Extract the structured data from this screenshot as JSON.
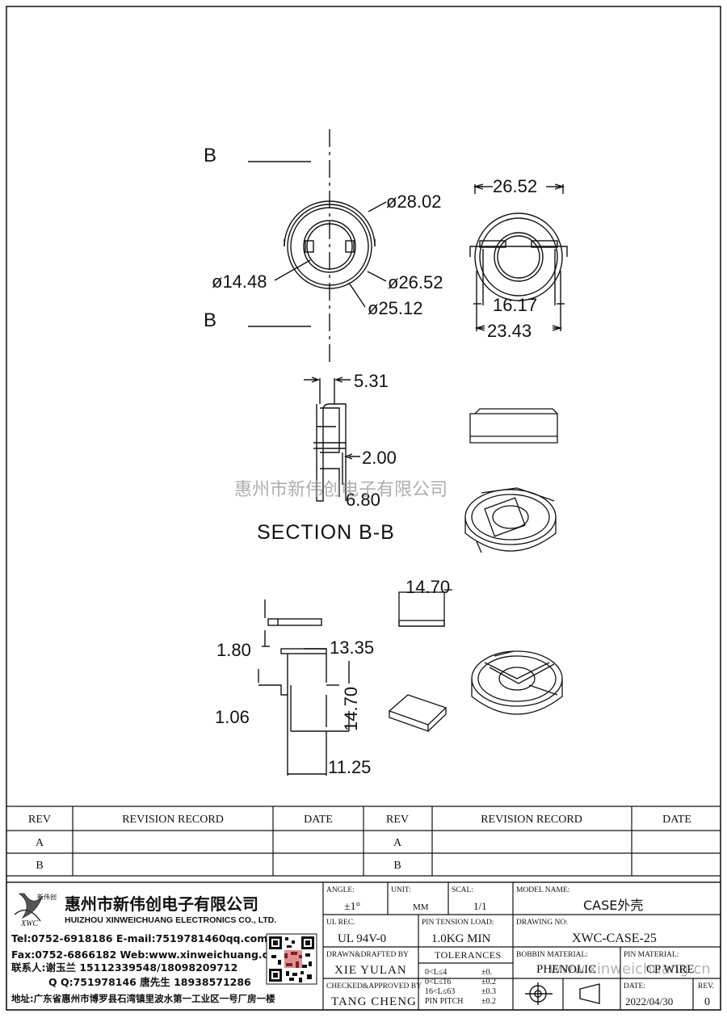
{
  "section": {
    "cut_label_top": "B",
    "cut_label_bottom": "B",
    "title": "SECTION  B-B"
  },
  "dimensions": {
    "d_outer": "ø28.02",
    "d_inner": "ø14.48",
    "d_rim": "ø26.52",
    "d_body": "ø25.12",
    "side_top": "26.52",
    "side_inner": "16.17",
    "side_bottom": "23.43",
    "sec_top": "5.31",
    "sec_mid": "2.00",
    "sec_bot": "6.80",
    "clip_width": "14.70",
    "pin_thk": "1.80",
    "pin_len": "13.35",
    "pin_off": "1.06",
    "pin_height": "14.70",
    "pin_width": "11.25"
  },
  "watermark": {
    "company": "惠州市新伟创电子有限公司",
    "url": "www.xinweichuang.cn"
  },
  "revision_table": {
    "headers": [
      "REV",
      "REVISION RECORD",
      "DATE",
      "REV",
      "REVISION RECORD",
      "DATE"
    ],
    "rows": [
      [
        "A",
        "",
        "",
        "A",
        "",
        ""
      ],
      [
        "B",
        "",
        "",
        "B",
        "",
        ""
      ]
    ]
  },
  "company": {
    "logo_text": "新伟创",
    "logo_abbr": "XWC",
    "name_cn": "惠州市新伟创电子有限公司",
    "name_en": "HUIZHOU XINWEICHUANG ELECTRONICS CO., LTD.",
    "tel_line": "Tel:0752-6918186 E-mail:7519781460qq.com",
    "fax_line": "Fax:0752-6866182 Web:www.xinweichuang.cn",
    "contact_line": "联系人:谢玉兰 15112339548/18098209712",
    "qq_line": "Q Q:751978146     唐先生 18938571286",
    "address_line": "地址:广东省惠州市博罗县石湾镇里波水第一工业区一号厂房一楼"
  },
  "title_block": {
    "angle_label": "ANGLE:",
    "angle_value": "±1°",
    "unit_label": "UNIT:",
    "unit_value": "MM",
    "scale_label": "SCAL:",
    "scale_value": "1/1",
    "model_label": "MODEL NAME:",
    "model_value": "CASE外壳",
    "ul_label": "UL REC.",
    "ul_value": "UL 94V-0",
    "pin_tension_label": "PIN TENSION LOAD:",
    "pin_tension_value": "1.0KG MIN",
    "drawing_no_label": "DRAWING NO:",
    "drawing_no_value": "XWC-CASE-25",
    "drawn_label": "DRAWN&DRAFTED BY",
    "drawn_value": "XIE YULAN",
    "tolerances_label": "TOLERANCES",
    "tolerance_rows": [
      {
        "range": "0<L≤4",
        "value": "±0."
      },
      {
        "range": "0<L≤16",
        "value": "±0.2"
      },
      {
        "range": "16<L≤63",
        "value": "±0.3"
      },
      {
        "range": "PIN PITCH",
        "value": "±0.2"
      }
    ],
    "bobbin_material_label": "BOBBIN MATERIAL:",
    "bobbin_material_value": "PHENOLIC",
    "pin_material_label": "PIN MATERIAL:",
    "pin_material_value": "CP WIRE",
    "checked_label": "CHECKED&APPROVED BY",
    "checked_value": "TANG CHENG",
    "date_label": "DATE:",
    "date_value": "2022/04/30",
    "rev_label": "REV.",
    "rev_value": "0"
  }
}
